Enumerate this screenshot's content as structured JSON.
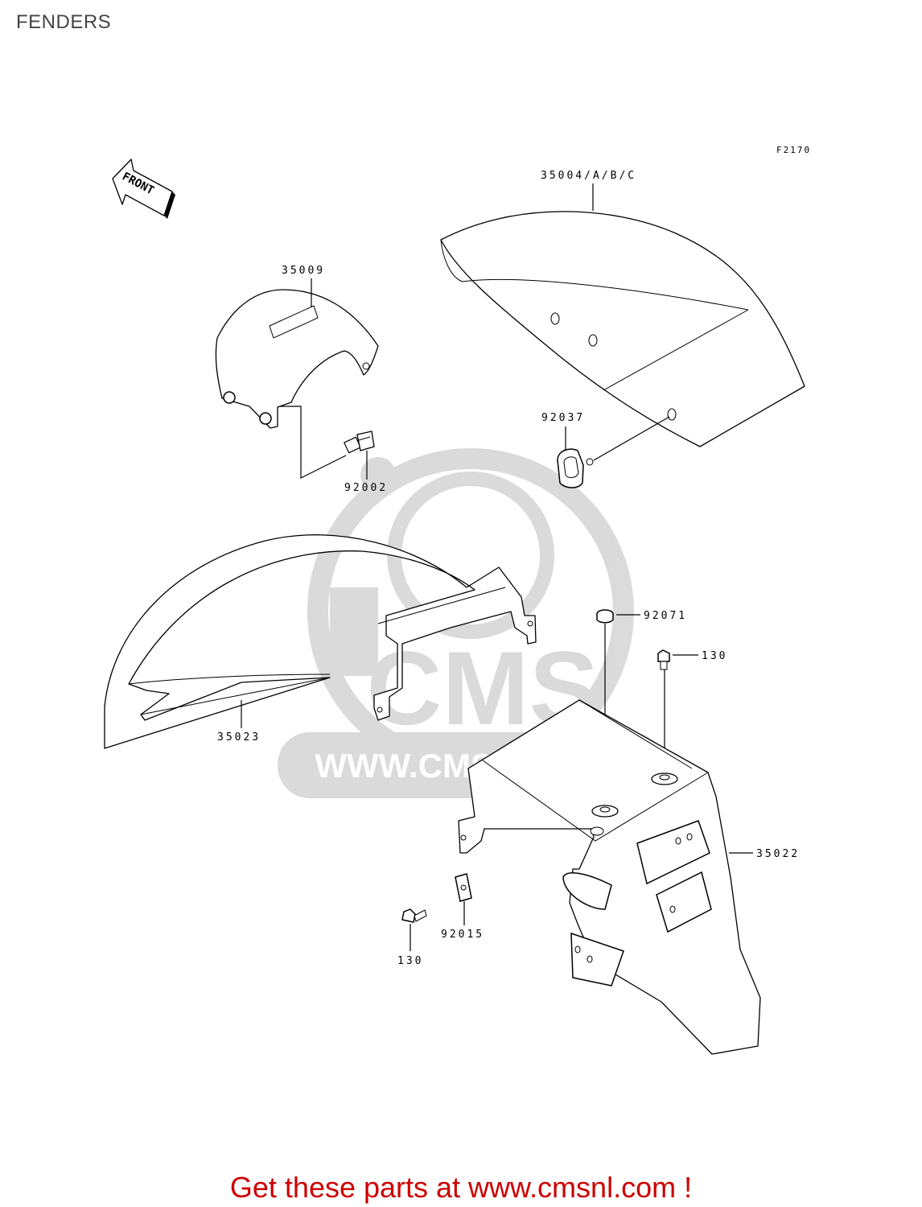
{
  "page": {
    "title": "FENDERS",
    "figure_code": "F2170",
    "footer_cta": "Get these parts at www.cmsnl.com !"
  },
  "direction_indicator": {
    "label": "FRONT",
    "icon": "front-arrow-icon"
  },
  "watermark": {
    "brand": "CMS",
    "url": "WWW.CMSNL.COM"
  },
  "parts": [
    {
      "number": "35004/A/B/C",
      "item": "front-fender"
    },
    {
      "number": "35009",
      "item": "fender-cover"
    },
    {
      "number": "92002",
      "item": "bolt"
    },
    {
      "number": "92037",
      "item": "cable-guide"
    },
    {
      "number": "92071",
      "item": "grommet"
    },
    {
      "number": "130",
      "item": "bolt"
    },
    {
      "number": "35023",
      "item": "inner-rear-fender"
    },
    {
      "number": "35022",
      "item": "rear-fender"
    },
    {
      "number": "92015",
      "item": "nut-clip"
    },
    {
      "number": "130",
      "item": "bolt"
    }
  ]
}
